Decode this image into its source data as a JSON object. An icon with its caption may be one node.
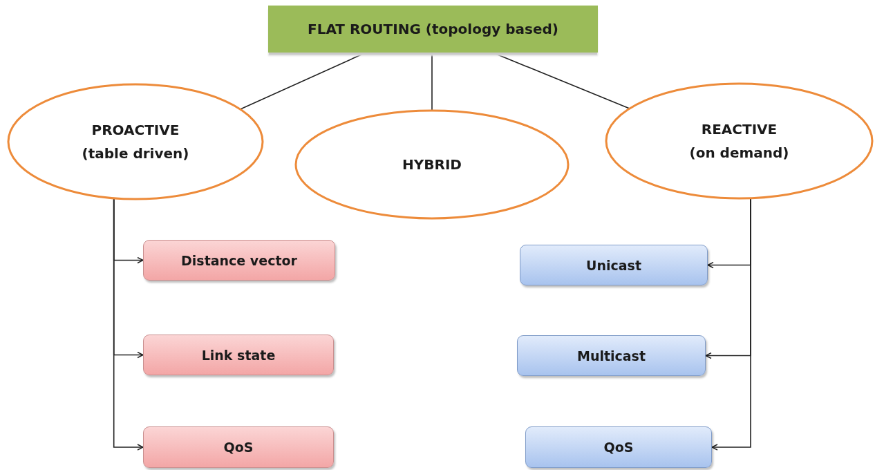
{
  "diagram": {
    "nodes": [
      {
        "text": [
          "FLAT ROUTING (topology based)"
        ]
      },
      {
        "text": [
          "PROACTIVE",
          "(table driven)"
        ]
      },
      {
        "text": [
          "HYBRID"
        ]
      },
      {
        "text": [
          "REACTIVE",
          "(on demand)"
        ]
      },
      {
        "text": [
          "Distance vector"
        ]
      },
      {
        "text": [
          "Link state"
        ]
      },
      {
        "text": [
          "QoS"
        ]
      },
      {
        "text": [
          "Unicast"
        ]
      },
      {
        "text": [
          "Multicast"
        ]
      },
      {
        "text": [
          "QoS"
        ]
      }
    ],
    "edges": [
      {
        "from": 0,
        "to": 1,
        "arrow": "none"
      },
      {
        "from": 0,
        "to": 2,
        "arrow": "none"
      },
      {
        "from": 0,
        "to": 3,
        "arrow": "none"
      },
      {
        "from": 1,
        "to": 4,
        "arrow": "to"
      },
      {
        "from": 1,
        "to": 5,
        "arrow": "to"
      },
      {
        "from": 1,
        "to": 6,
        "arrow": "to"
      },
      {
        "from": 3,
        "to": 7,
        "arrow": "to"
      },
      {
        "from": 3,
        "to": 8,
        "arrow": "to"
      },
      {
        "from": 3,
        "to": 9,
        "arrow": "to"
      }
    ]
  }
}
